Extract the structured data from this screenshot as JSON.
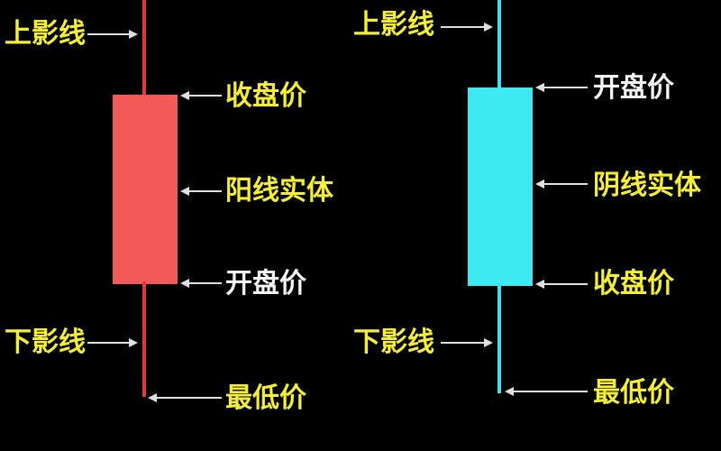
{
  "colors": {
    "background": "#000000",
    "bullish_body": "#f25a58",
    "bullish_wick": "#e23a3a",
    "bearish_body": "#3eeaf2",
    "bearish_wick": "#3ee2ee",
    "label_yellow": "#f4ee38",
    "label_white": "#f4f4f4",
    "arrow": "#e0e0e0"
  },
  "bullish": {
    "upper_shadow": "上影线",
    "close_price": "收盘价",
    "real_body": "阳线实体",
    "open_price": "开盘价",
    "lower_shadow": "下影线",
    "low_price": "最低价"
  },
  "bearish": {
    "upper_shadow": "上影线",
    "open_price": "开盘价",
    "real_body": "阴线实体",
    "close_price": "收盘价",
    "lower_shadow": "下影线",
    "low_price": "最低价"
  }
}
